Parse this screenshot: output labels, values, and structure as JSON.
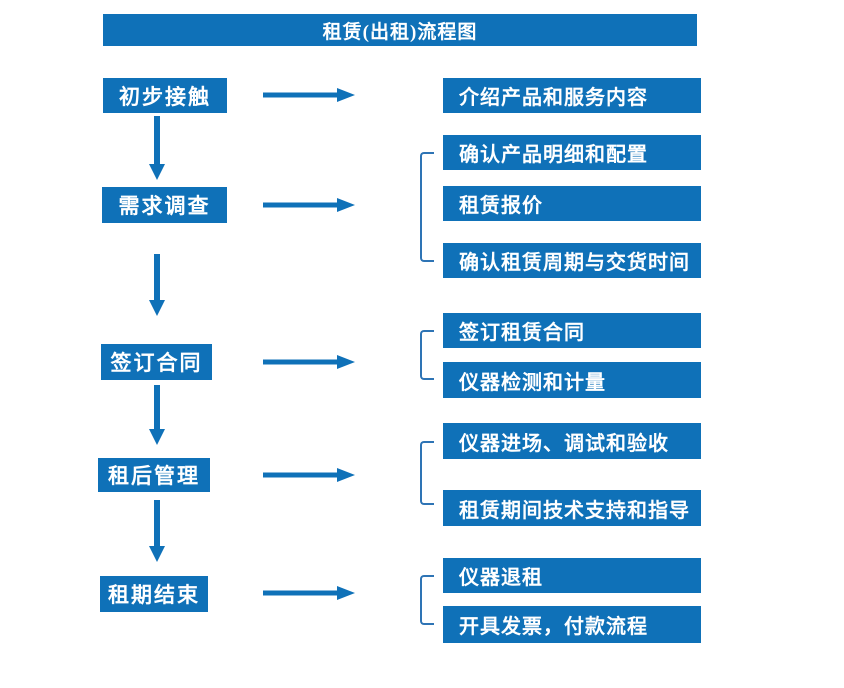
{
  "flow": {
    "title": "租赁(出租)流程图",
    "stages": [
      {
        "label": "初步接触",
        "details": [
          "介绍产品和服务内容"
        ]
      },
      {
        "label": "需求调查",
        "details": [
          "确认产品明细和配置",
          "租赁报价",
          "确认租赁周期与交货时间"
        ]
      },
      {
        "label": "签订合同",
        "details": [
          "签订租赁合同",
          "仪器检测和计量"
        ]
      },
      {
        "label": "租后管理",
        "details": [
          "仪器进场、调试和验收",
          "租赁期间技术支持和指导"
        ]
      },
      {
        "label": "租期结束",
        "details": [
          "仪器退租",
          "开具发票，付款流程"
        ]
      }
    ]
  },
  "colors": {
    "primary_blue": "#0F71B8",
    "bracket_blue": "#2E74B5",
    "text_white": "#FFFFFF"
  },
  "icons": {
    "right_arrow": "arrow-right-icon",
    "down_arrow": "arrow-down-icon"
  }
}
